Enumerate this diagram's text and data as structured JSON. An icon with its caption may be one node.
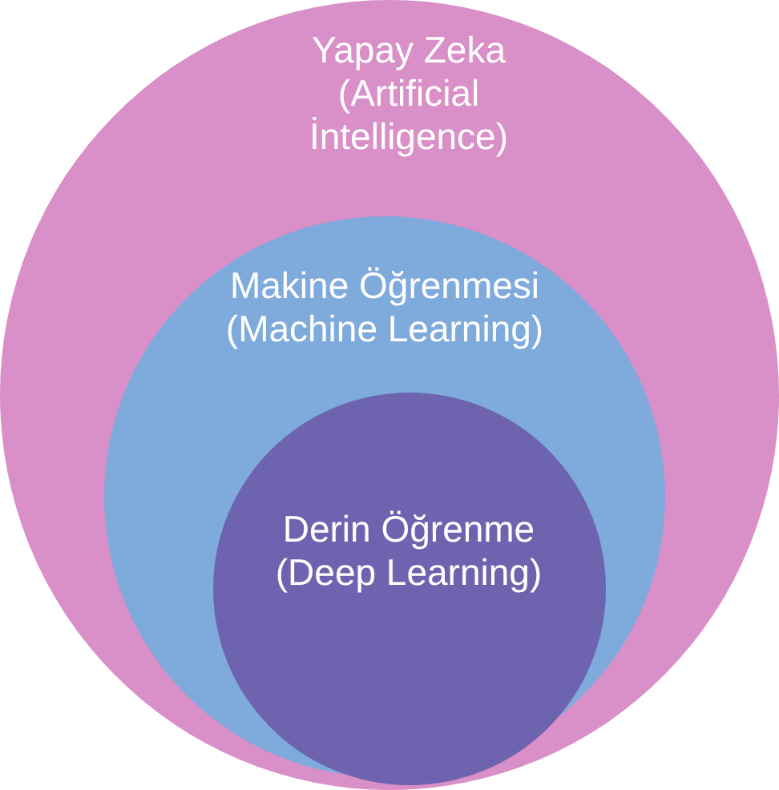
{
  "diagram": {
    "nodes": [
      {
        "text": [
          "Yapay Zeka (Artificial İntelligence)"
        ]
      },
      {
        "text": [
          "Makine Öğrenmesi (Machine Learning)"
        ],
        "in": 0
      },
      {
        "text": [
          "Derin Öğrenme (Deep Learning)"
        ],
        "in": 1
      }
    ],
    "edges": []
  }
}
